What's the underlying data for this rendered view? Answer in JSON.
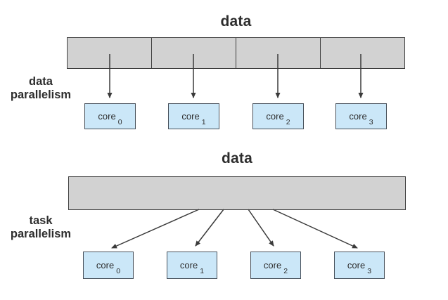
{
  "diagram": {
    "colors": {
      "page_bg": "#ffffff",
      "bar_fill": "#d2d2d2",
      "bar_border": "#3e3e3e",
      "core_fill": "#cbe7f8",
      "core_border": "#47505a",
      "arrow": "#3a3a3a",
      "text": "#2d2d2d"
    },
    "sections": [
      {
        "id": "data-parallelism",
        "title": "data",
        "label_line1": "data",
        "label_line2": "parallelism",
        "bar_segments": 4,
        "cores": [
          {
            "name": "core",
            "sub": "0"
          },
          {
            "name": "core",
            "sub": "1"
          },
          {
            "name": "core",
            "sub": "2"
          },
          {
            "name": "core",
            "sub": "3"
          }
        ]
      },
      {
        "id": "task-parallelism",
        "title": "data",
        "label_line1": "task",
        "label_line2": "parallelism",
        "bar_segments": 1,
        "cores": [
          {
            "name": "core",
            "sub": "0"
          },
          {
            "name": "core",
            "sub": "1"
          },
          {
            "name": "core",
            "sub": "2"
          },
          {
            "name": "core",
            "sub": "3"
          }
        ]
      }
    ]
  }
}
